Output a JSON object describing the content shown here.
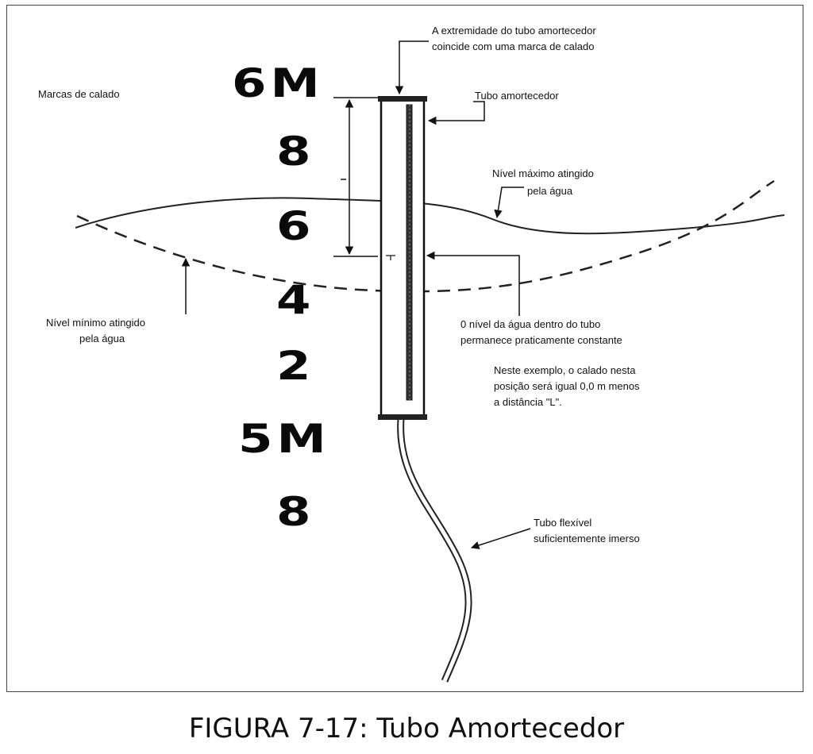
{
  "labels": {
    "top_note_line1": "A extremidade do tubo amortecedor",
    "top_note_line2": "coincide com uma marca de calado",
    "draft_marks": "Marcas de calado",
    "damping_tube": "Tubo amortecedor",
    "max_level_line1": "Nível máximo atingido",
    "max_level_line2": "pela água",
    "min_level_line1": "Nível mínimo atingido",
    "min_level_line2": "pela água",
    "inner_level_line1": "0 nível da água dentro do tubo",
    "inner_level_line2": "permanece praticamente constante",
    "example_line1": "Neste exemplo, o calado   nesta",
    "example_line2": "posição será igual 0,0 m  menos",
    "example_line3": "a distância \"L\".",
    "flex_tube_line1": "Tubo flexível",
    "flex_tube_line2": "suficientemente imerso"
  },
  "marks": [
    "6M",
    "8",
    "6",
    "4",
    "2",
    "5M",
    "8"
  ],
  "caption": "FIGURA 7-17: Tubo Amortecedor"
}
